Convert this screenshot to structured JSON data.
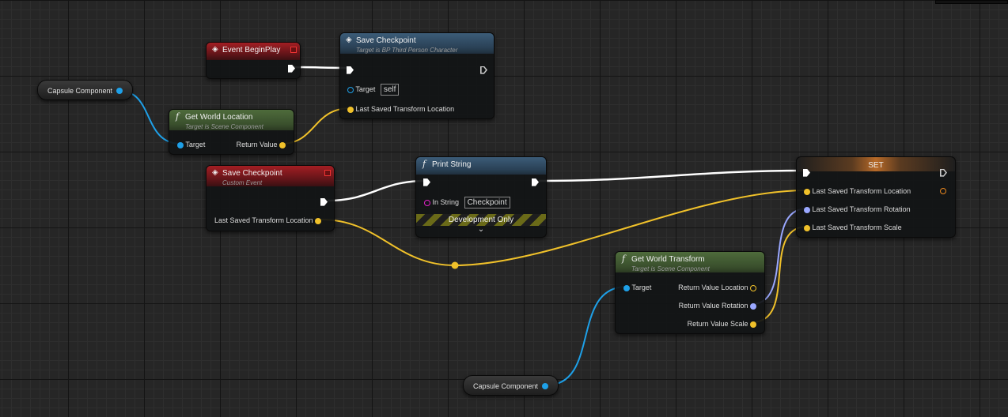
{
  "nodes": {
    "event_begin_play": {
      "title": "Event BeginPlay"
    },
    "save_checkpoint_call": {
      "title": "Save Checkpoint",
      "subtitle": "Target is BP Third Person Character",
      "target_label": "Target",
      "target_value": "self",
      "location_label": "Last Saved Transform Location"
    },
    "capsule_component_1": {
      "title": "Capsule Component"
    },
    "get_world_location": {
      "title": "Get World Location",
      "subtitle": "Target is Scene Component",
      "target_label": "Target",
      "return_label": "Return Value"
    },
    "save_checkpoint_event": {
      "title": "Save Checkpoint",
      "subtitle": "Custom Event",
      "location_label": "Last Saved Transform Location"
    },
    "print_string": {
      "title": "Print String",
      "in_string_label": "In String",
      "in_string_value": "Checkpoint",
      "dev_only": "Development Only"
    },
    "set": {
      "title": "SET",
      "location_label": "Last Saved Transform Location",
      "rotation_label": "Last Saved Transform Rotation",
      "scale_label": "Last Saved Transform Scale"
    },
    "get_world_transform": {
      "title": "Get World Transform",
      "subtitle": "Target is Scene Component",
      "target_label": "Target",
      "loc_label": "Return Value Location",
      "rot_label": "Return Value Rotation",
      "scale_label": "Return Value Scale"
    },
    "capsule_component_2": {
      "title": "Capsule Component"
    }
  },
  "colors": {
    "exec_wire": "#ffffff",
    "vector_wire": "#f0c12a",
    "object_wire": "#1ea0e8",
    "rotator_wire": "#9aa8ff",
    "string_pin": "#e020c8"
  },
  "icons": {
    "event": "diamond-event-icon",
    "function": "function-f-icon",
    "collapse": "chevron-down-icon"
  }
}
